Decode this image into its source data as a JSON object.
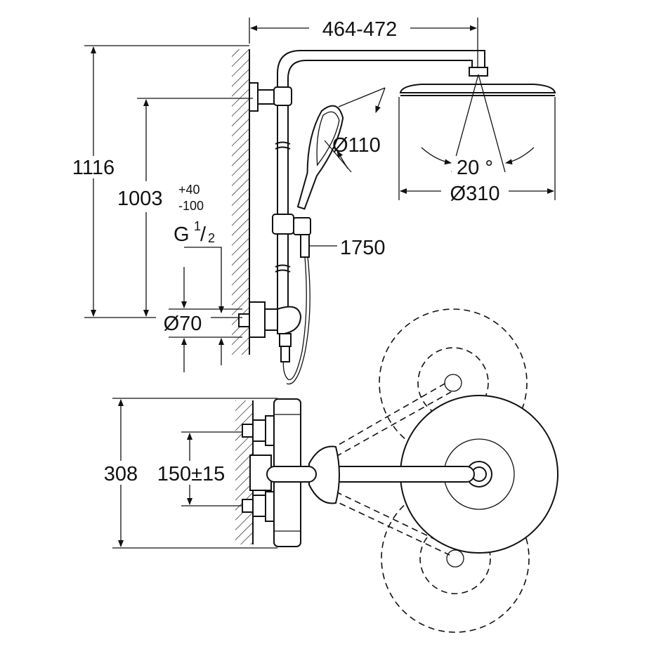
{
  "diagram": {
    "colors": {
      "line": "#111111",
      "background": "#ffffff"
    },
    "side_view": {
      "arm_projection": "464-472",
      "handshower_diameter": "Ø110",
      "spray_angle": "20 °",
      "head_diameter": "Ø310",
      "total_height": "1116",
      "outlet_height": "1003",
      "outlet_tol_plus": "+40",
      "outlet_tol_minus": "-100",
      "thread_G": "G",
      "thread_num": "1",
      "thread_slash": "/",
      "thread_den": "2",
      "hose_length": "1750",
      "rosette_diameter": "Ø70"
    },
    "top_view": {
      "body_width": "308",
      "inlet_spacing": "150±15"
    }
  }
}
